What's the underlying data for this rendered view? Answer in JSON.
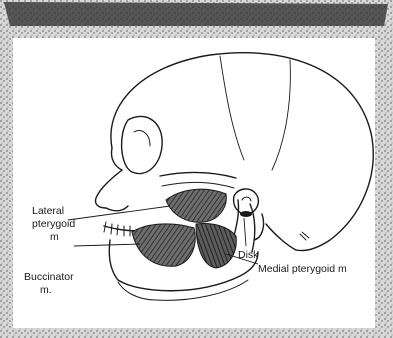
{
  "figure": {
    "labels": {
      "lateral_pterygoid": [
        "Lateral",
        "pterygoid",
        "m"
      ],
      "buccinator": [
        "Buccinator",
        "m."
      ],
      "disk": "Disk",
      "medial_pterygoid": "Medial pterygoid m"
    }
  },
  "colors": {
    "ink": "#1a1a1a",
    "header_bar": "#2b2b2b",
    "frame_noise": "#8a8a8a",
    "paper": "#ffffff"
  }
}
